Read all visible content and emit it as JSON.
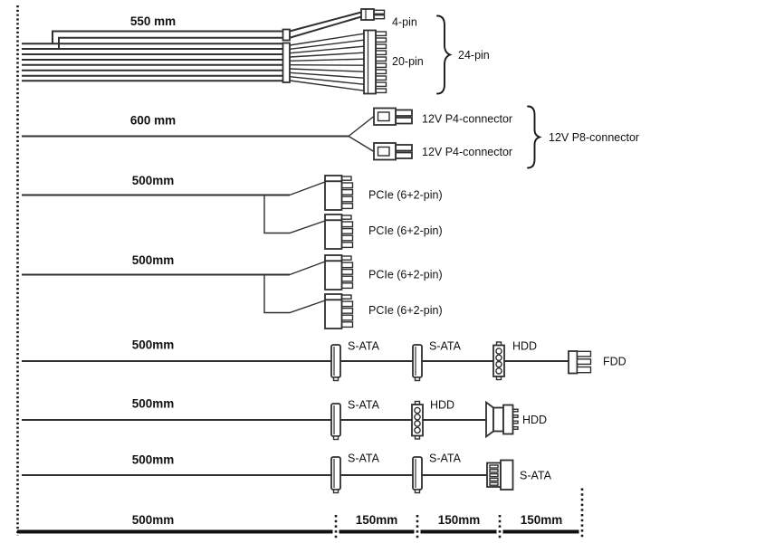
{
  "diagram": {
    "title": "psu-cable-length-diagram",
    "colors": {
      "line": "#2f2f2f",
      "text": "#111111",
      "background": "#ffffff"
    },
    "rows": [
      {
        "length": "550 mm",
        "connector_labels": [
          "4-pin",
          "20-pin"
        ],
        "group_label": "24-pin"
      },
      {
        "length": "600 mm",
        "connector_labels": [
          "12V P4-connector",
          "12V P4-connector"
        ],
        "group_label": "12V P8-connector"
      },
      {
        "length": "500mm",
        "connector_labels": [
          "PCIe (6+2-pin)",
          "PCIe (6+2-pin)"
        ]
      },
      {
        "length": "500mm",
        "connector_labels": [
          "PCIe (6+2-pin)",
          "PCIe (6+2-pin)"
        ]
      },
      {
        "length": "500mm",
        "connector_labels": [
          "S-ATA",
          "S-ATA",
          "HDD",
          "FDD"
        ]
      },
      {
        "length": "500mm",
        "connector_labels": [
          "S-ATA",
          "HDD",
          "HDD"
        ]
      },
      {
        "length": "500mm",
        "connector_labels": [
          "S-ATA",
          "S-ATA",
          "S-ATA"
        ]
      }
    ],
    "ruler": {
      "labels": [
        "500mm",
        "150mm",
        "150mm",
        "150mm"
      ]
    }
  }
}
